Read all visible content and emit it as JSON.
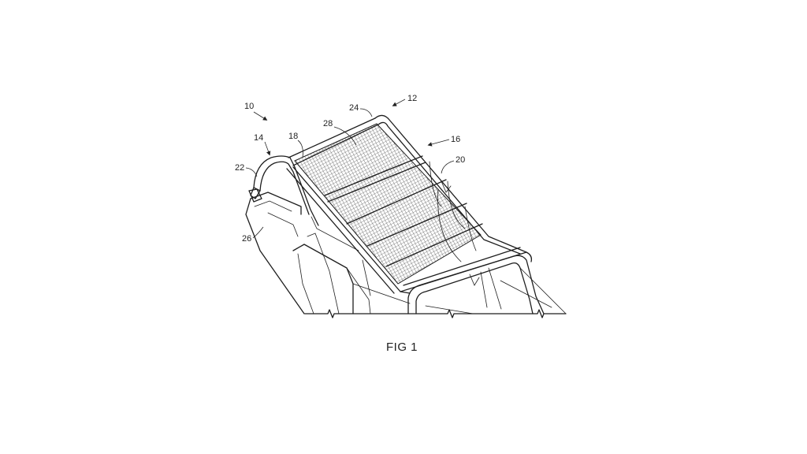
{
  "figure": {
    "caption": "FIG 1",
    "reference_numerals": {
      "vehicle": "10",
      "roof_rack_assembly": "12",
      "front_bar": "14",
      "side_rail": "16",
      "net_front_edge": "18",
      "cross_member": "20",
      "front_mount": "22",
      "rear_corner": "24",
      "vehicle_body": "26",
      "cargo_net": "28"
    }
  }
}
